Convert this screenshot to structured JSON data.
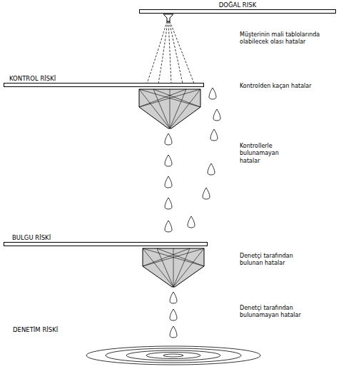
{
  "diagram": {
    "nodes": [
      {
        "text": [
          "DOĞAL RISK"
        ]
      },
      {
        "text": [
          "KONTROL RİSKİ"
        ]
      },
      {
        "text": [
          "BULGU RİSKİ"
        ]
      }
    ],
    "labels": [
      "Müşterinin mali tablolarında olabilecek olası hatalar",
      "Kontrolden kaçan hatalar",
      "Kontrollerle bulunamayan hatalar",
      "Denetçi tarafından bulunan hatalar",
      "Denetçi tarafından bulunamayan hatalar",
      "DENETİM RİSKİ"
    ]
  }
}
